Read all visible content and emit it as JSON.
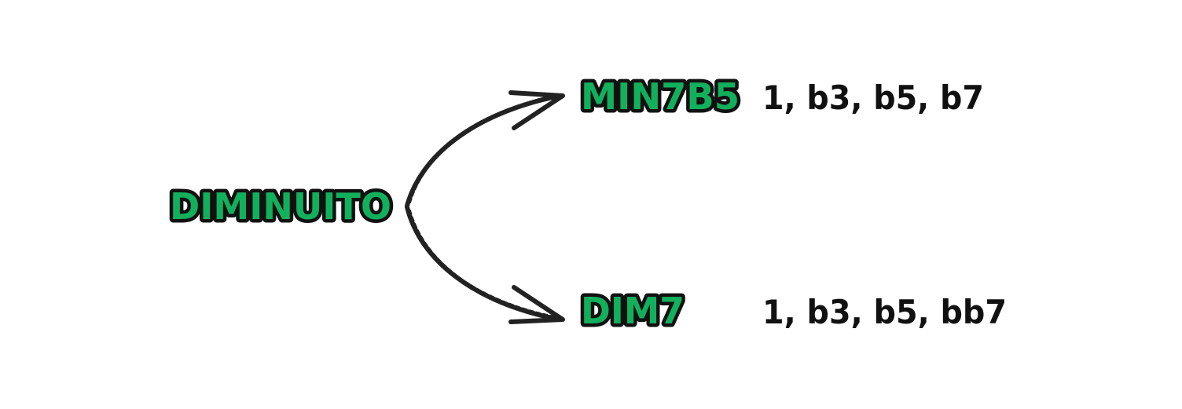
{
  "colors": {
    "label_fill": "#12b05c",
    "outline": "#111111",
    "arrow": "#222222",
    "text": "#111111",
    "background": "#ffffff"
  },
  "diagram": {
    "source": {
      "label": "DIMINUITO"
    },
    "branches": [
      {
        "label": "MIN7B5",
        "notes": "1, b3, b5, b7"
      },
      {
        "label": "DIM7",
        "notes": "1, b3, b5, bb7"
      }
    ]
  }
}
